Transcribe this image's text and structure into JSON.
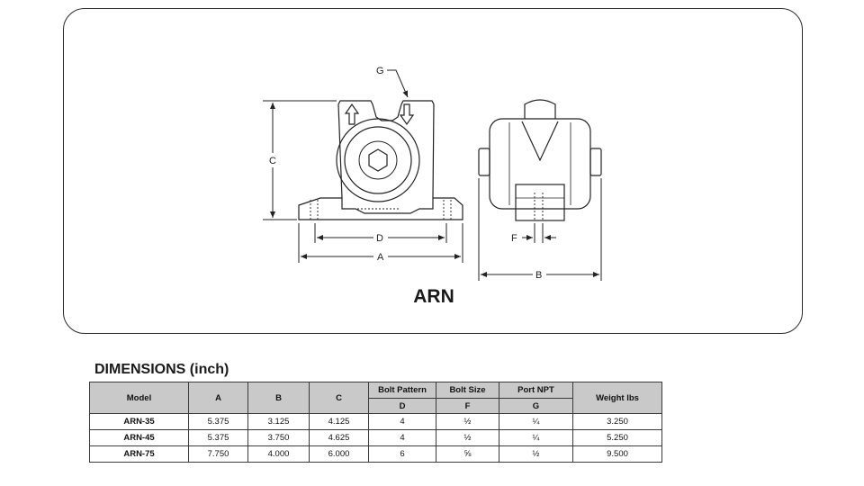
{
  "drawing": {
    "model_title": "ARN",
    "labels": {
      "a": "A",
      "b": "B",
      "c": "C",
      "d": "D",
      "f": "F",
      "g": "G"
    }
  },
  "dimensions": {
    "heading": "DIMENSIONS (inch)",
    "header_top": [
      "Model",
      "A",
      "B",
      "C",
      "Bolt Pattern",
      "Bolt Size",
      "Port NPT",
      "Weight lbs"
    ],
    "header_sub": [
      "D",
      "F",
      "G"
    ],
    "rows": [
      [
        "ARN-35",
        "5.375",
        "3.125",
        "4.125",
        "4",
        "½",
        "¼",
        "3.250"
      ],
      [
        "ARN-45",
        "5.375",
        "3.750",
        "4.625",
        "4",
        "½",
        "¼",
        "5.250"
      ],
      [
        "ARN-75",
        "7.750",
        "4.000",
        "6.000",
        "6",
        "⅝",
        "½",
        "9.500"
      ]
    ]
  }
}
